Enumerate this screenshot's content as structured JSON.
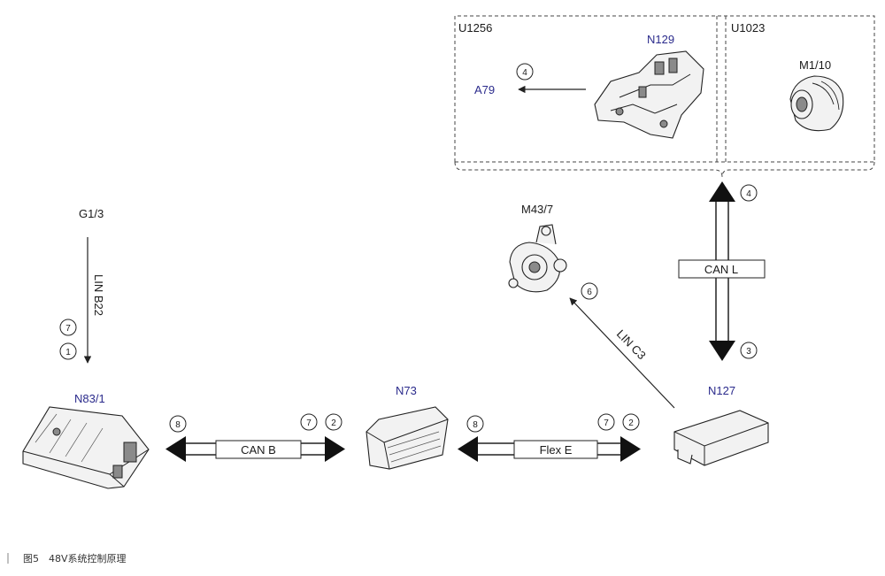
{
  "groups": {
    "u1256": {
      "label": "U1256"
    },
    "u1023": {
      "label": "U1023"
    }
  },
  "components": {
    "n129": "N129",
    "a79": "A79",
    "m1_10": "M1/10",
    "m43_7": "M43/7",
    "g1_3": "G1/3",
    "n83_1": "N83/1",
    "n73": "N73",
    "n127": "N127"
  },
  "buses": {
    "can_l": "CAN L",
    "can_b": "CAN B",
    "flex_e": "Flex E",
    "lin_c3": "LIN C3",
    "lin_b22": "LIN B22"
  },
  "markers": {
    "a79_arrow": "4",
    "can_l_top": "4",
    "can_l_bottom": "3",
    "lin_c3": "6",
    "lin_b22_a": "7",
    "lin_b22_b": "1",
    "can_b_left": "8",
    "can_b_right_a": "7",
    "can_b_right_b": "2",
    "flex_e_left": "8",
    "flex_e_right_a": "7",
    "flex_e_right_b": "2"
  },
  "caption": {
    "text": "图5　48V系统控制原理"
  },
  "colors": {
    "line": "#222222",
    "component_label": "#2b2b8c",
    "text": "#1a1a1a"
  }
}
